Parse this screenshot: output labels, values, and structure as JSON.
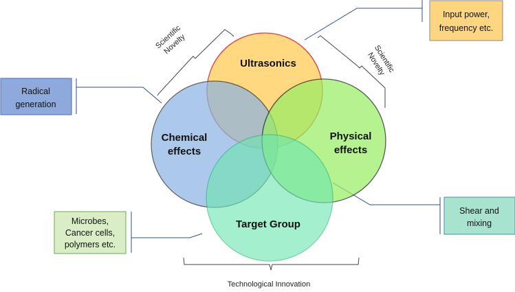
{
  "circles": {
    "ultrasonics": {
      "label": "Ultrasonics",
      "fill": "#FFD36E",
      "stroke": "#D62A2A"
    },
    "chemical": {
      "label_line1": "Chemical",
      "label_line2": "effects",
      "fill": "#8DB4E2",
      "stroke": "#2A2A2A"
    },
    "physical": {
      "label_line1": "Physical",
      "label_line2": "effects",
      "fill": "#99EE66",
      "stroke": "#1A1A1A"
    },
    "target": {
      "label": "Target Group",
      "fill": "#6EE6B0",
      "stroke": "#2FB37A"
    }
  },
  "boxes": {
    "radical": {
      "line1": "Radical",
      "line2": "generation",
      "fill": "#8EA9DB",
      "stroke": "#4A6FB0"
    },
    "input": {
      "line1": "Input power,",
      "line2": "frequency etc.",
      "fill": "#FFD680",
      "stroke": "#8A8A8A"
    },
    "microbes": {
      "line1": "Microbes,",
      "line2": "Cancer cells,",
      "line3": "polymers etc.",
      "fill": "#D9EEC6",
      "stroke": "#6FA84C"
    },
    "shear": {
      "line1": "Shear and",
      "line2": "mixing",
      "fill": "#A8E3CF",
      "stroke": "#4A8FA0"
    }
  },
  "annotations": {
    "novelty_left": {
      "line1": "Scientific",
      "line2": "Novelty"
    },
    "novelty_right": {
      "line1": "Scientific",
      "line2": "Novelty"
    },
    "technological": "Technological Innovation"
  },
  "colors": {
    "connector": "#2E4C8C",
    "bracket": "#444444"
  }
}
